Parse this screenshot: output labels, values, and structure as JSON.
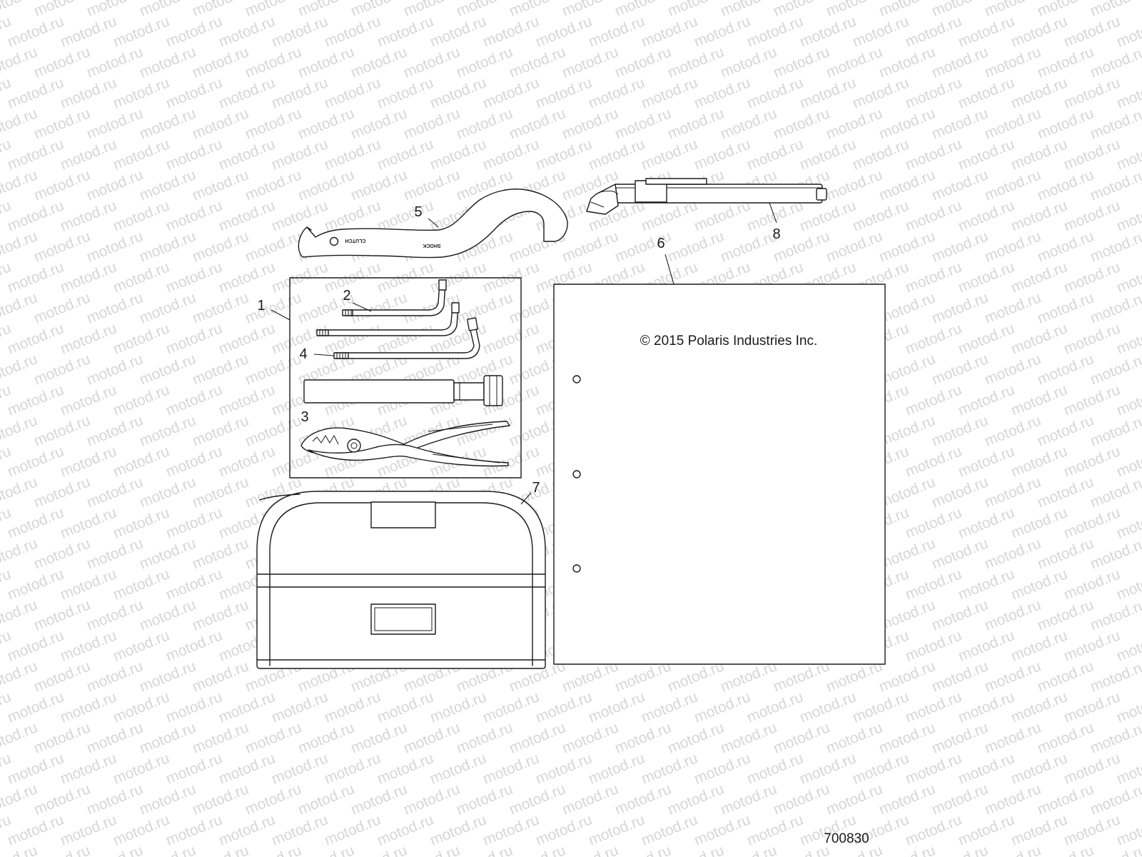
{
  "watermark": "motod.ru",
  "callouts": {
    "c1": "1",
    "c2": "2",
    "c3": "3",
    "c4": "4",
    "c5": "5",
    "c6": "6",
    "c7": "7",
    "c8": "8"
  },
  "manual": {
    "copyright": "© 2015 Polaris Industries Inc."
  },
  "spanner_wrench": {
    "label_clutch": "CLUTCH",
    "label_shock": "SHOCK"
  },
  "part_number": "700830",
  "colors": {
    "line": "#1a1a1a",
    "background": "#ffffff",
    "watermark": "#d6d6d6"
  }
}
